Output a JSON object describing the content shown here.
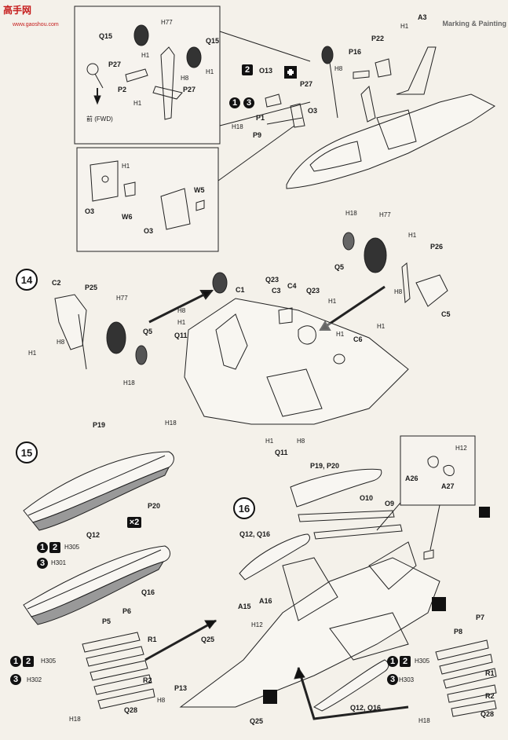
{
  "watermark": {
    "brand": "高手网",
    "url": "www.gaoshou.com"
  },
  "steps": {
    "s14": "14",
    "s15": "15",
    "s16": "16"
  },
  "badges": {
    "b1": "1",
    "b2": "2",
    "b3": "3",
    "x2": "×2"
  },
  "side_text": {
    "title": "Marking & Painting"
  },
  "labels": {
    "fwd": "前 (FWD)",
    "q15a": "Q15",
    "q15b": "Q15",
    "h77a": "H77",
    "h1a": "H1",
    "h1b": "H1",
    "h8a": "H8",
    "h1c": "H1",
    "p27a": "P27",
    "p2": "P2",
    "p27b": "P27",
    "o13": "O13",
    "p27c": "P27",
    "p1": "P1",
    "o3a": "O3",
    "h18a": "H18",
    "p9": "P9",
    "p22": "P22",
    "p16": "P16",
    "h8b": "H8",
    "h1d": "H1",
    "a3": "A3",
    "w5": "W5",
    "o3b": "O3",
    "w6": "W6",
    "o3c": "O3",
    "h1e": "H1",
    "h18b": "H18",
    "h77b": "H77",
    "h1f": "H1",
    "q5a": "Q5",
    "p26": "P26",
    "h8c": "H8",
    "h1g": "H1",
    "c5": "C5",
    "c2": "C2",
    "p25": "P25",
    "h77c": "H77",
    "h8d": "H8",
    "h1h": "H1",
    "o5": "Q5",
    "h18c": "H18",
    "c1": "C1",
    "q23a": "Q23",
    "c3": "C3",
    "c4": "C4",
    "q23b": "Q23",
    "h1i": "H1",
    "h8e": "H8",
    "h1j": "H1",
    "q11a": "Q11",
    "h1k": "H1",
    "c6": "C6",
    "h1l": "H1",
    "h8f": "H8",
    "q11b": "Q11",
    "p19a": "P19",
    "h18d": "H18",
    "p20": "P20",
    "h305a": "H305",
    "h301": "H301",
    "q12": "Q12",
    "q16": "Q16",
    "p5": "P5",
    "p6": "P6",
    "r1a": "R1",
    "h305b": "H305",
    "h302": "H302",
    "r2a": "R2",
    "h18e": "H18",
    "q28a": "Q28",
    "p1920": "P19, P20",
    "o10": "O10",
    "o9": "O9",
    "q1216a": "Q12, Q16",
    "a15": "A15",
    "a16": "A16",
    "h12a": "H12",
    "h12b": "H12",
    "a26": "A26",
    "a27": "A27",
    "q25a": "Q25",
    "q25b": "Q25",
    "p13": "P13",
    "h8g": "H8",
    "q1216b": "Q12, Q16",
    "p8": "P8",
    "p7": "P7",
    "h305c": "H305",
    "r1b": "R1",
    "h303": "H303",
    "r2b": "R2",
    "h18f": "H18",
    "q28b": "Q28"
  }
}
